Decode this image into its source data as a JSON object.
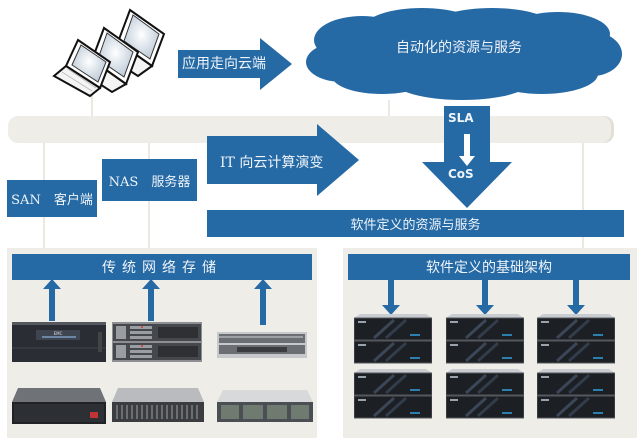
{
  "top": {
    "clients_icon": "laptops-icon",
    "app_to_cloud_arrow": "应用走向云端",
    "cloud_label": "自动化的资源与服务"
  },
  "middle": {
    "san_box": "SAN　客户端",
    "nas_box": "NAS　服务器",
    "it_to_cloud_arrow": "IT 向云计算演变",
    "sla_label": "SLA",
    "cos_label": "CoS",
    "sds_bar": "软件定义的资源与服务"
  },
  "left_panel": {
    "title": "传统网络存储",
    "devices": [
      {
        "name": "emc-storage-array"
      },
      {
        "name": "rack-server-2u-double"
      },
      {
        "name": "rack-server-1u-double"
      },
      {
        "name": "huawei-storage-array"
      },
      {
        "name": "disk-enclosure"
      },
      {
        "name": "storage-enclosure"
      }
    ]
  },
  "right_panel": {
    "title": "软件定义的基础架构",
    "unit_count": 6
  },
  "colors": {
    "accent": "#2569a5",
    "panel_bg": "#efede8",
    "text_on_accent": "#eef4fa"
  }
}
